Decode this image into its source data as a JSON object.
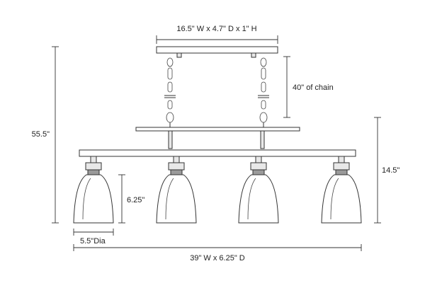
{
  "labels": {
    "canopy": "16.5\" W x 4.7\" D x 1\" H",
    "chain": "40\" of chain",
    "overall_height": "55.5\"",
    "fixture_height": "14.5\"",
    "shade_height": "6.25\"",
    "shade_diameter": "5.5\"Dia",
    "overall_width": "39\" W x 6.25\" D"
  },
  "colors": {
    "line": "#333333",
    "text": "#222222",
    "background": "#ffffff"
  }
}
